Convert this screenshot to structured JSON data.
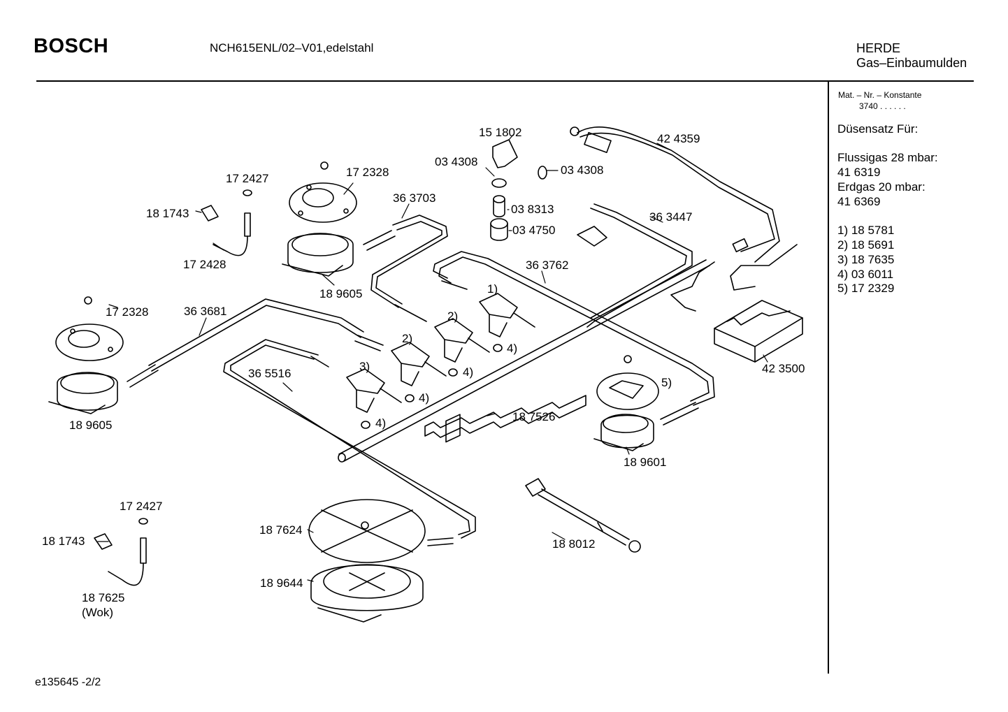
{
  "header": {
    "brand": "BOSCH",
    "model": "NCH615ENL/02–V01,edelstahl",
    "category_line1": "HERDE",
    "category_line2": "Gas–Einbaumulden"
  },
  "sidebar": {
    "mat_label": "Mat. – Nr. – Konstante",
    "mat_value": "3740  .  .    .  .  .  .",
    "nozzle_title": "Düsensatz Für:",
    "lpg_label": "Flussigas 28 mbar:",
    "lpg_value": "41 6319",
    "natgas_label": "Erdgas 20 mbar:",
    "natgas_value": "41 6369",
    "notes": [
      "1)  18 5781",
      "2)  18 5691",
      "3)  18 7635",
      "4)  03 6011",
      "5)  17 2329"
    ]
  },
  "parts": [
    {
      "label": "15 1802"
    },
    {
      "label": "42 4359"
    },
    {
      "label": "03 4308"
    },
    {
      "label": "03 4308"
    },
    {
      "label": "17 2328"
    },
    {
      "label": "17 2427"
    },
    {
      "label": "36 3703"
    },
    {
      "label": "03 8313"
    },
    {
      "label": "18 1743"
    },
    {
      "label": "03 4750"
    },
    {
      "label": "36 3447"
    },
    {
      "label": "17 2428"
    },
    {
      "label": "36 3762"
    },
    {
      "label": "18 9605"
    },
    {
      "label": "1)"
    },
    {
      "label": "17 2328"
    },
    {
      "label": "36 3681"
    },
    {
      "label": "2)"
    },
    {
      "label": "2)"
    },
    {
      "label": "4)"
    },
    {
      "label": "4)"
    },
    {
      "label": "42 3500"
    },
    {
      "label": "36 5516"
    },
    {
      "label": "3)"
    },
    {
      "label": "4)"
    },
    {
      "label": "5)"
    },
    {
      "label": "4)"
    },
    {
      "label": "18 9605"
    },
    {
      "label": "18 7526"
    },
    {
      "label": "18 9601"
    },
    {
      "label": "17 2427"
    },
    {
      "label": "18 7624"
    },
    {
      "label": "18 1743"
    },
    {
      "label": "18 8012"
    },
    {
      "label": "18 9644"
    },
    {
      "label": "18 7625"
    },
    {
      "label": "(Wok)"
    }
  ],
  "footer": {
    "code": "e135645   -2/2"
  }
}
